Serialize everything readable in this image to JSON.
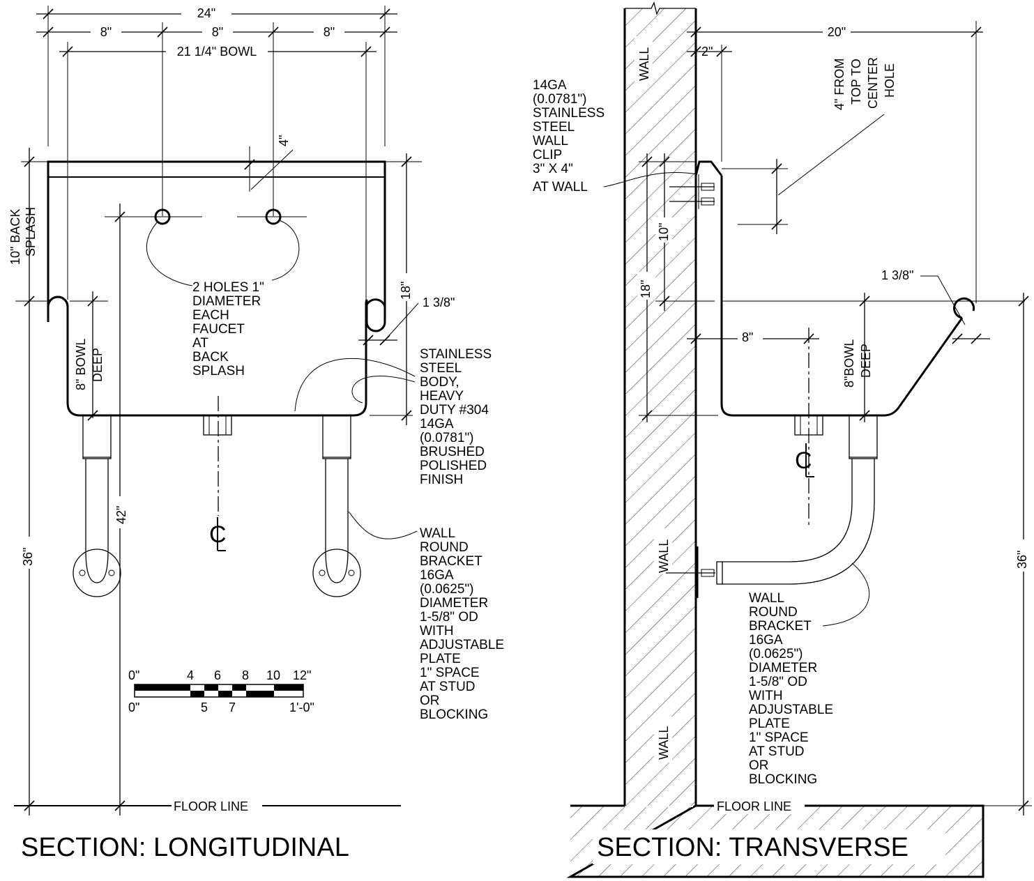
{
  "longitudinal": {
    "title": "SECTION: LONGITUDINAL",
    "dims": {
      "overall": "24\"",
      "seg1": "8\"",
      "seg2": "8\"",
      "seg3": "8\"",
      "bowl": "21 1/4\" BOWL",
      "holes_offset": "4\"",
      "backsplash": [
        "10\" BACK",
        "SPLASH"
      ],
      "bowl_deep": [
        "8\" BOWL",
        "DEEP"
      ],
      "height_18": "18\"",
      "rim": "1 3/8\"",
      "height_42": "42\"",
      "height_36": "36\""
    },
    "note_holes": [
      "2 HOLES 1\"",
      "DIAMETER",
      "EACH",
      "FAUCET",
      "AT",
      "BACK",
      "SPLASH"
    ],
    "note_body": [
      "STAINLESS",
      "STEEL",
      "BODY,",
      "HEAVY",
      "DUTY #304",
      "14GA",
      "(0.0781\")",
      "BRUSHED",
      "POLISHED",
      "FINISH"
    ],
    "note_bracket": [
      "WALL",
      "ROUND",
      "BRACKET",
      "16GA",
      "(0.0625\")",
      "DIAMETER",
      "1-5/8\" OD",
      "WITH",
      "ADJUSTABLE",
      "PLATE",
      "1\" SPACE",
      "AT STUD",
      "OR",
      "BLOCKING"
    ],
    "floor_line": "FLOOR LINE"
  },
  "scale_bar": {
    "top": [
      "0\"",
      "4",
      "6",
      "8",
      "10",
      "12\""
    ],
    "bottom": [
      "0\"",
      "5",
      "7",
      "1'-0\""
    ]
  },
  "transverse": {
    "title": "SECTION: TRANSVERSE",
    "wall_labels": [
      "WALL",
      "WALL",
      "WALL"
    ],
    "dims": {
      "depth": "20\"",
      "clip_offset": "2\"",
      "hole_note": [
        "4\" FROM",
        "TOP TO",
        "CENTER",
        "HOLE"
      ],
      "height_10": "10\"",
      "height_18": "18\"",
      "rim": "1 3/8\"",
      "bowl_8": "8\"",
      "bowl_deep": [
        "8\"BOWL",
        "DEEP"
      ],
      "height_36": "36\""
    },
    "note_clip": [
      "14GA",
      "(0.0781\")",
      "STAINLESS",
      "STEEL",
      "WALL",
      "CLIP",
      "3\" X 4\"",
      "AT WALL"
    ],
    "note_bracket": [
      "WALL",
      "ROUND",
      "BRACKET",
      "16GA",
      "(0.0625\")",
      "DIAMETER",
      "1-5/8\" OD",
      "WITH",
      "ADJUSTABLE",
      "PLATE",
      "1\" SPACE",
      "AT STUD",
      "OR",
      "BLOCKING"
    ],
    "floor_line": "FLOOR LINE"
  }
}
